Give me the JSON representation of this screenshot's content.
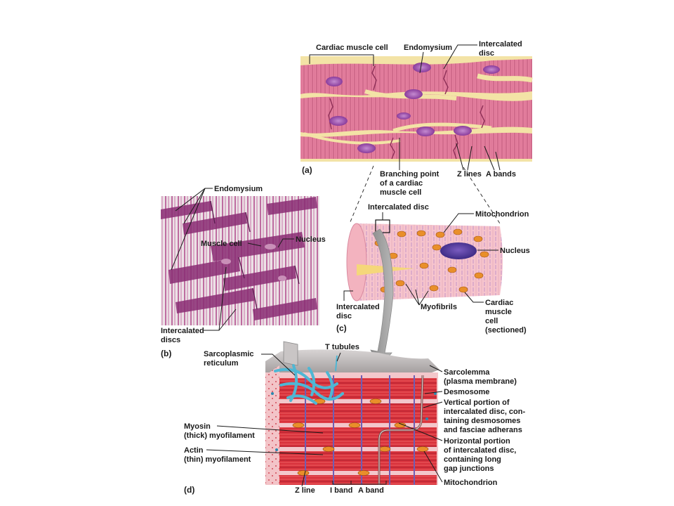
{
  "panel_a": {
    "letter": "(a)",
    "cardiac_muscle_cell": "Cardiac muscle cell",
    "endomysium": "Endomysium",
    "intercalated_disc_1": "Intercalated",
    "intercalated_disc_2": "disc",
    "branching_1": "Branching point",
    "branching_2": "of a cardiac",
    "branching_3": "muscle cell",
    "z_lines": "Z lines",
    "a_bands": "A bands"
  },
  "panel_b": {
    "letter": "(b)",
    "endomysium": "Endomysium",
    "muscle_cell": "Muscle cell",
    "nucleus": "Nucleus",
    "intercalated_discs_1": "Intercalated",
    "intercalated_discs_2": "discs"
  },
  "panel_c": {
    "letter": "(c)",
    "intercalated_disc_top": "Intercalated disc",
    "mitochondrion": "Mitochondrion",
    "nucleus": "Nucleus",
    "intercalated_disc_bottom_1": "Intercalated",
    "intercalated_disc_bottom_2": "disc",
    "myofibrils": "Myofibrils",
    "cardiac_cell_1": "Cardiac",
    "cardiac_cell_2": "muscle",
    "cardiac_cell_3": "cell",
    "cardiac_cell_4": "(sectioned)"
  },
  "panel_d": {
    "letter": "(d)",
    "sarcoplasmic_1": "Sarcoplasmic",
    "sarcoplasmic_2": "reticulum",
    "t_tubules": "T tubules",
    "myosin_1": "Myosin",
    "myosin_2": "(thick) myofilament",
    "actin_1": "Actin",
    "actin_2": "(thin) myofilament",
    "z_line": "Z line",
    "i_band": "I band",
    "a_band": "A band",
    "sarcolemma_1": "Sarcolemma",
    "sarcolemma_2": "(plasma membrane)",
    "desmosome": "Desmosome",
    "vertical_1": "Vertical portion of",
    "vertical_2": "intercalated disc, con-",
    "vertical_3": "taining desmosomes",
    "vertical_4": "and fasciae adherans",
    "horizontal_1": "Horizontal portion",
    "horizontal_2": "of intercalated disc,",
    "horizontal_3": "containing long",
    "horizontal_4": "gap junctions",
    "mitochondrion": "Mitochondrion"
  },
  "colors": {
    "cell_pink": "#e27a9c",
    "endomysium_yellow": "#f3e3a6",
    "nucleus_purple": "#9a4aa8",
    "myofibril_red": "#d8323c",
    "mito_orange": "#e98f2a",
    "sr_blue": "#4fb7d4",
    "membrane_gray": "#b9b5b5",
    "arrow_gray": "#9b9b9b"
  }
}
